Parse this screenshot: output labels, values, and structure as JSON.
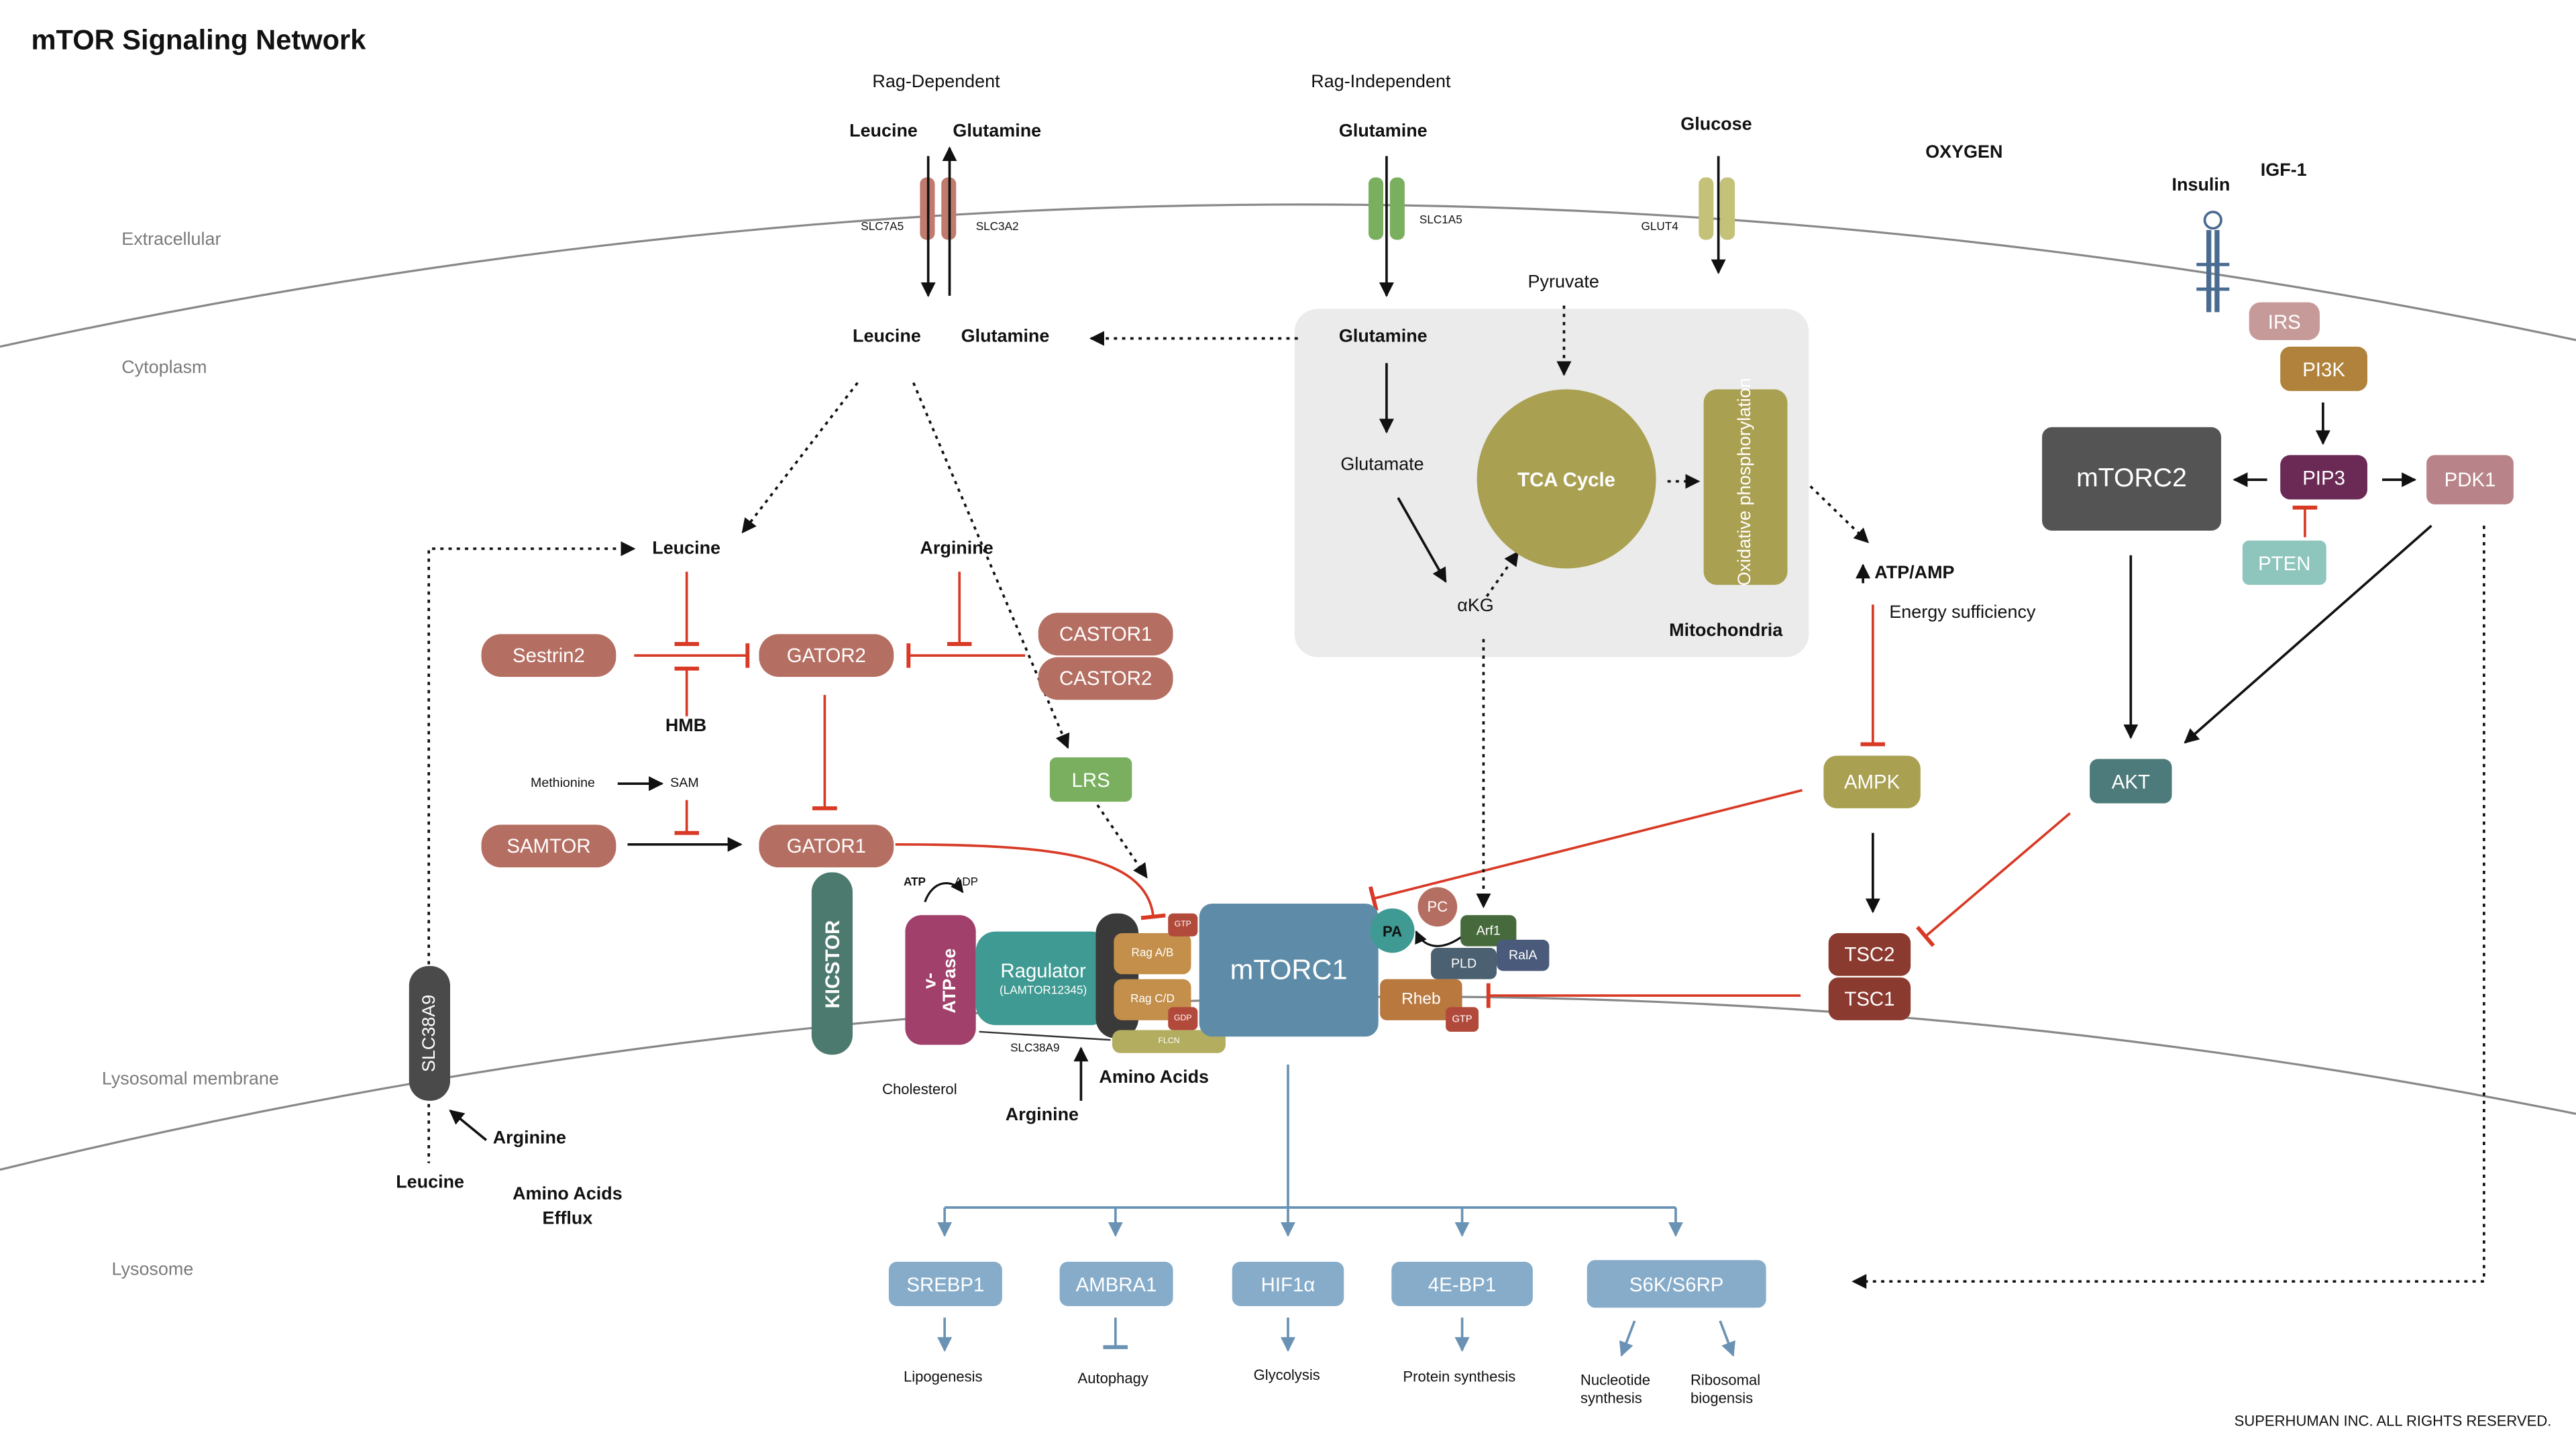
{
  "title": "mTOR Signaling Network",
  "copyright": "SUPERHUMAN INC. ALL RIGHTS RESERVED.",
  "regions": {
    "extracellular": "Extracellular",
    "cytoplasm": "Cytoplasm",
    "lysosomal_membrane": "Lysosomal membrane",
    "lysosome": "Lysosome"
  },
  "headers": {
    "rag_dependent": "Rag-Dependent",
    "rag_independent": "Rag-Independent"
  },
  "extracellular": {
    "leucine": "Leucine",
    "glutamine": "Glutamine",
    "glutamine2": "Glutamine",
    "glucose": "Glucose",
    "oxygen": "OXYGEN",
    "insulin": "Insulin",
    "igf1": "IGF-1"
  },
  "transporters": {
    "slc7a5": "SLC7A5",
    "slc3a2": "SLC3A2",
    "slc1a5": "SLC1A5",
    "glut4": "GLUT4"
  },
  "cytoplasm": {
    "leucine": "Leucine",
    "glutamine": "Glutamine",
    "leucine2": "Leucine",
    "arginine": "Arginine",
    "hmb": "HMB",
    "methionine": "Methionine",
    "sam": "SAM",
    "atp_amp": "ATP/AMP",
    "energy_sufficiency": "Energy sufficiency",
    "up_arrow": "↑"
  },
  "mitochondria": {
    "label": "Mitochondria",
    "glutamine": "Glutamine",
    "glutamate": "Glutamate",
    "akg": "αKG",
    "pyruvate": "Pyruvate",
    "tca": "TCA Cycle",
    "oxphos": "Oxidative phosphorylation"
  },
  "nodes": {
    "sestrin2": "Sestrin2",
    "gator2": "GATOR2",
    "castor1a": "CASTOR1",
    "castor1b": "CASTOR2",
    "lrs": "LRS",
    "samtor": "SAMTOR",
    "gator1": "GATOR1",
    "kicstor": "KICSTOR",
    "slc38a9": "SLC38A9",
    "vatpase": "v-ATPase",
    "ragulator": "Ragulator",
    "ragulator_sub": "(LAMTOR12345)",
    "rag_ab": "Rag A/B",
    "rag_cd": "Rag C/D",
    "gtp": "GTP",
    "gdp": "GDP",
    "flcn": "FLCN",
    "mtorc1": "mTORC1",
    "pa": "PA",
    "pc": "PC",
    "pld": "PLD",
    "arf1": "Arf1",
    "rala": "RalA",
    "rheb": "Rheb",
    "rheb_gtp": "GTP",
    "ampk": "AMPK",
    "tsc2": "TSC2",
    "tsc1": "TSC1",
    "akt": "AKT",
    "mtorc2": "mTORC2",
    "pip3": "PIP3",
    "pdk1": "PDK1",
    "pten": "PTEN",
    "irs": "IRS",
    "pi3k": "PI3K"
  },
  "membrane": {
    "atp": "ATP",
    "adp": "ADP",
    "slc38a9_small": "SLC38A9",
    "cholesterol": "Cholesterol",
    "amino_acids": "Amino Acids",
    "arginine": "Arginine",
    "arginine2": "Arginine",
    "leucine": "Leucine",
    "efflux": "Amino Acids\nEfflux"
  },
  "outputs": [
    {
      "name": "SREBP1",
      "process": "Lipogenesis"
    },
    {
      "name": "AMBRA1",
      "process": "Autophagy"
    },
    {
      "name": "HIF1α",
      "process": "Glycolysis"
    },
    {
      "name": "4E-BP1",
      "process": "Protein synthesis"
    },
    {
      "name": "S6K/S6RP",
      "process": "Nucleotide synthesis",
      "process2": "Ribosomal biogensis"
    }
  ],
  "colors": {
    "salmon": "#b56e62",
    "olive": "#aaa052",
    "green": "#7aaf5f",
    "teal": "#4d7a6e",
    "blue": "#6a92b4",
    "light_blue": "#86acca",
    "dark_gray": "#545454",
    "inhibit_red": "#d83a26",
    "burgundy": "#a0406b",
    "mito_bg": "#ebebeb"
  }
}
